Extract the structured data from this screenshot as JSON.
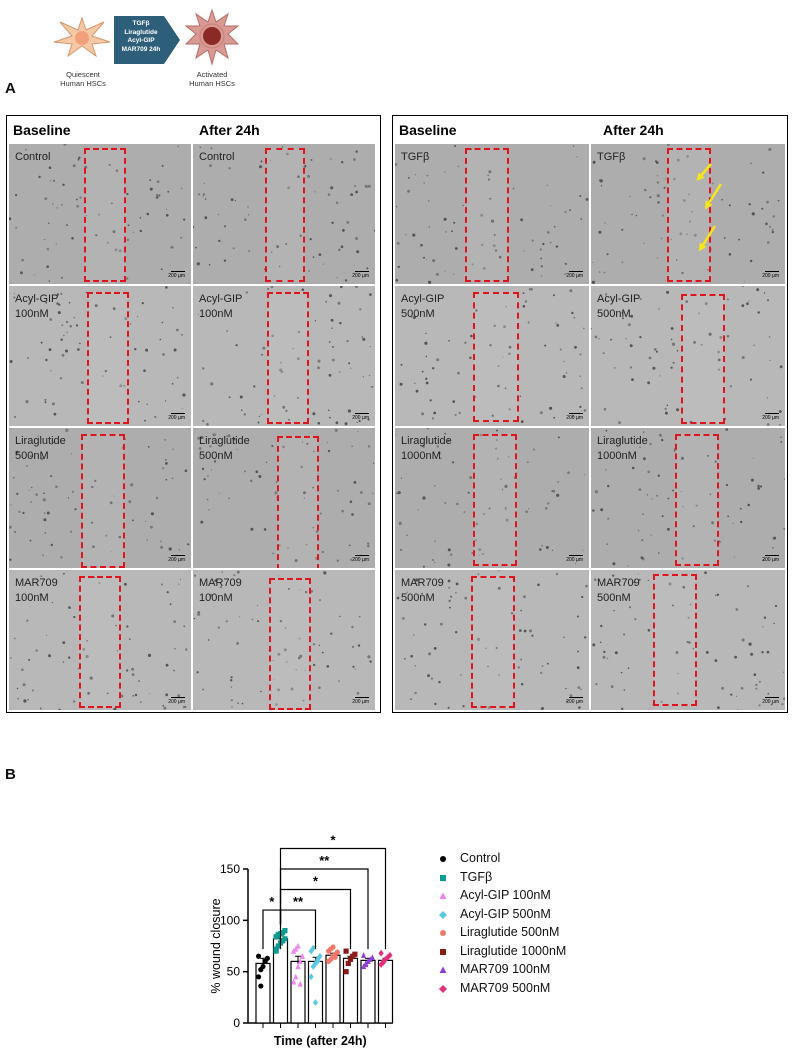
{
  "schematic": {
    "left_label_line1": "Quiescent",
    "left_label_line2": "Human HSCs",
    "arrow_line1": "TGFβ",
    "arrow_line2": "Liraglutide",
    "arrow_line3": "Acyl-GIP",
    "arrow_line4": "MAR709 24h",
    "right_label_line1": "Activated",
    "right_label_line2": "Human HSCs"
  },
  "panel_a": {
    "letter": "A",
    "left_panel": {
      "header_baseline": "Baseline",
      "header_after": "After 24h",
      "rows": [
        {
          "baseline": "Control",
          "after": "Control"
        },
        {
          "baseline": "Acyl-GIP\n100nM",
          "after": "Acyl-GIP\n100nM"
        },
        {
          "baseline": "Liraglutide\n500nM",
          "after": "Liraglutide\n500nM"
        },
        {
          "baseline": "MAR709\n100nM",
          "after": "MAR709\n100nM"
        }
      ]
    },
    "right_panel": {
      "header_baseline": "Baseline",
      "header_after": "After 24h",
      "rows": [
        {
          "baseline": "TGFβ",
          "after": "TGFβ"
        },
        {
          "baseline": "Acyl-GIP\n500nM",
          "after": "Acyl-GIP\n500nM"
        },
        {
          "baseline": "Liraglutide\n1000nM",
          "after": "Liraglutide\n1000nM"
        },
        {
          "baseline": "MAR709\n500nM",
          "after": "MAR709\n500nM"
        }
      ]
    },
    "scale_bar_label": "200 µm"
  },
  "panel_b": {
    "letter": "B"
  },
  "chart_data": {
    "type": "bar",
    "ylabel": "% wound closure",
    "xlabel": "Time (after 24h)",
    "ylim": [
      0,
      150
    ],
    "yticks": [
      0,
      50,
      100,
      150
    ],
    "categories": [
      "Control",
      "TGFβ",
      "Acyl-GIP 100nM",
      "Acyl-GIP 500nM",
      "Liraglutide 500nM",
      "Liraglutide 1000nM",
      "MAR709 100nM",
      "MAR709 500nM"
    ],
    "series": [
      {
        "name": "Control",
        "color": "#000000",
        "marker": "circle",
        "mean": 58,
        "sem": 5,
        "points": [
          45,
          52,
          55,
          60,
          63,
          65,
          36
        ]
      },
      {
        "name": "TGFβ",
        "color": "#0e9a94",
        "marker": "square",
        "mean": 82,
        "sem": 3,
        "points": [
          70,
          75,
          78,
          80,
          82,
          84,
          85,
          87,
          88,
          90,
          72,
          86
        ]
      },
      {
        "name": "Acyl-GIP 100nM",
        "color": "#ee82ee",
        "marker": "triangle",
        "mean": 60,
        "sem": 5,
        "points": [
          40,
          45,
          55,
          60,
          65,
          70,
          72,
          75,
          38
        ]
      },
      {
        "name": "Acyl-GIP 500nM",
        "color": "#5bc8e6",
        "marker": "diamond",
        "mean": 60,
        "sem": 4,
        "points": [
          45,
          55,
          58,
          62,
          65,
          70,
          73,
          20,
          60
        ]
      },
      {
        "name": "Liraglutide 500nM",
        "color": "#f07868",
        "marker": "circle",
        "mean": 66,
        "sem": 2,
        "points": [
          60,
          62,
          65,
          67,
          69,
          70,
          72,
          74,
          64
        ]
      },
      {
        "name": "Liraglutide 1000nM",
        "color": "#8b1a1a",
        "marker": "square",
        "mean": 63,
        "sem": 2,
        "points": [
          50,
          58,
          62,
          65,
          67,
          70
        ]
      },
      {
        "name": "MAR709 100nM",
        "color": "#8a3fd6",
        "marker": "triangle",
        "mean": 61,
        "sem": 2,
        "points": [
          55,
          58,
          60,
          62,
          64,
          66,
          57
        ]
      },
      {
        "name": "MAR709 500nM",
        "color": "#e0307a",
        "marker": "diamond",
        "mean": 61,
        "sem": 2,
        "points": [
          57,
          60,
          62,
          64,
          66,
          68,
          59
        ]
      }
    ],
    "significance": [
      {
        "from": 0,
        "to": 1,
        "label": "*"
      },
      {
        "from": 1,
        "to": 3,
        "label": "**"
      },
      {
        "from": 1,
        "to": 5,
        "label": "*"
      },
      {
        "from": 1,
        "to": 6,
        "label": "**"
      },
      {
        "from": 1,
        "to": 7,
        "label": "*"
      }
    ],
    "legend": [
      "Control",
      "TGFβ",
      "Acyl-GIP 100nM",
      "Acyl-GIP 500nM",
      "Liraglutide 500nM",
      "Liraglutide 1000nM",
      "MAR709 100nM",
      "MAR709 500nM"
    ],
    "legend_position": "right",
    "grid": false
  }
}
